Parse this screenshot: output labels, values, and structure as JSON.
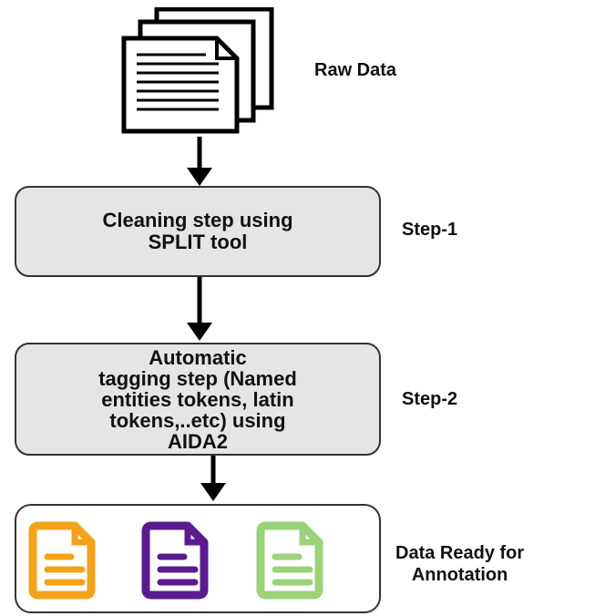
{
  "raw": {
    "label": "Raw Data"
  },
  "step1": {
    "box_text": "Cleaning step using\nSPLIT tool",
    "step_label": "Step-1"
  },
  "step2": {
    "box_text": "Automatic\ntagging step (Named\nentities tokens, latin\ntokens,..etc) using\nAIDA2",
    "step_label": "Step-2"
  },
  "final": {
    "label": "Data Ready for\nAnnotation",
    "doc_colors": [
      "#f4a21a",
      "#5b1b8f",
      "#9bd27a"
    ]
  }
}
